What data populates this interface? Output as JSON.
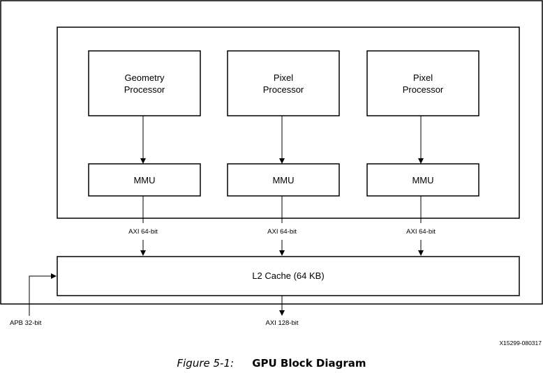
{
  "blocks": {
    "processors": [
      {
        "line1": "Geometry",
        "line2": "Processor"
      },
      {
        "line1": "Pixel",
        "line2": "Processor"
      },
      {
        "line1": "Pixel",
        "line2": "Processor"
      }
    ],
    "mmus": [
      "MMU",
      "MMU",
      "MMU"
    ],
    "l2_cache": "L2 Cache (64 KB)"
  },
  "buses": {
    "axi_links": [
      "AXI 64-bit",
      "AXI 64-bit",
      "AXI 64-bit"
    ],
    "apb": "APB 32-bit",
    "axi_out": "AXI 128-bit"
  },
  "figure": {
    "id": "X15299-080317",
    "number": "Figure 5-1:",
    "title": "GPU Block Diagram"
  }
}
